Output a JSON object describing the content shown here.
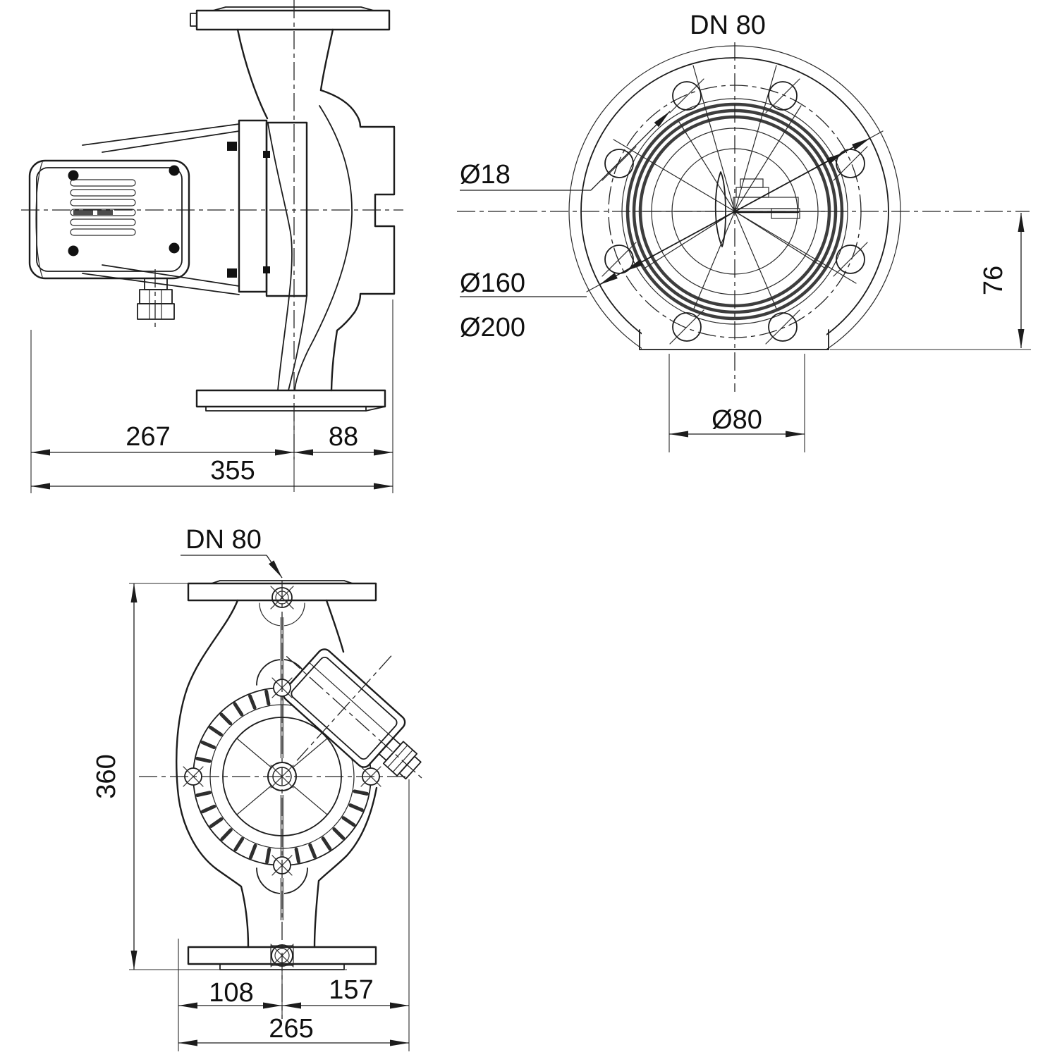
{
  "views": {
    "side": {
      "dim_left": "267",
      "dim_right": "88",
      "dim_total": "355"
    },
    "front": {
      "title": "DN 80",
      "bolt_hole_dia": "Ø18",
      "bolt_circle_dia": "Ø160",
      "flange_od": "Ø200",
      "bore_dia": "Ø80",
      "foot_height": "76"
    },
    "top": {
      "flange_label": "DN 80",
      "height": "360",
      "dim_left": "108",
      "dim_right": "157",
      "dim_total": "265"
    }
  }
}
